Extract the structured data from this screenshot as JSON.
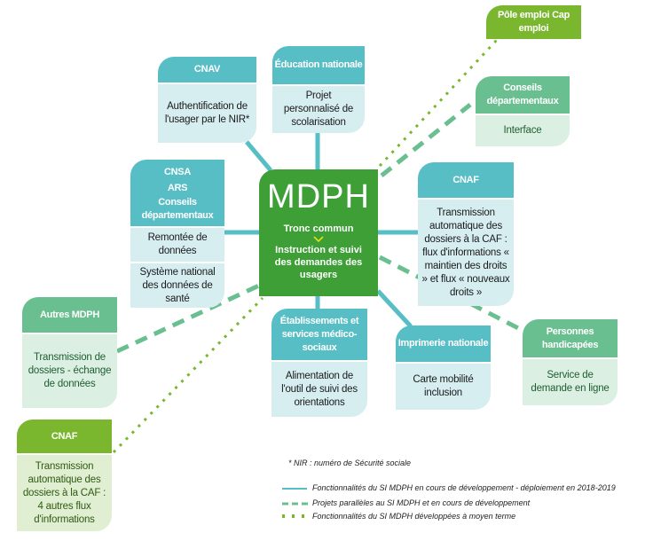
{
  "colors": {
    "teal": "#57bec5",
    "teal_light": "#d7eef1",
    "mint": "#6abf90",
    "mint_light": "#dbefe2",
    "lime": "#7ab72f",
    "lime_light": "#e0efd1",
    "mdph_green": "#3e9f37"
  },
  "center": {
    "title": "MDPH",
    "subtitle": "Tronc commun",
    "chevron": "chevron-down",
    "description": "Instruction et suivi des demandes des usagers"
  },
  "nodes": {
    "cnav": {
      "header": "CNAV",
      "body": [
        "Authentification de l'usager par le NIR*"
      ]
    },
    "education": {
      "header": "Éducation nationale",
      "body": [
        "Projet personnalisé de scolarisation"
      ]
    },
    "pole_emploi": {
      "header": "Pôle emploi Cap emploi"
    },
    "conseils_dep_right": {
      "header": "Conseils départementaux",
      "body": [
        "Interface"
      ]
    },
    "cnsa": {
      "header_lines": [
        "CNSA",
        "ARS",
        "Conseils départementaux"
      ],
      "body": [
        "Remontée de données",
        "Système national des données de santé"
      ]
    },
    "cnaf_right": {
      "header": "CNAF",
      "body": [
        "Transmission automatique des dossiers à la CAF : flux d'informations « maintien des droits » et flux « nouveaux droits »"
      ]
    },
    "autres_mdph": {
      "header": "Autres MDPH",
      "body": [
        "Transmission de dossiers - échange de données"
      ]
    },
    "etablissements": {
      "header": "Établissements et services médico-sociaux",
      "body": [
        "Alimentation de l'outil de suivi des orientations"
      ]
    },
    "imprimerie": {
      "header": "Imprimerie nationale",
      "body": [
        "Carte mobilité inclusion"
      ]
    },
    "personnes": {
      "header": "Personnes handicapées",
      "body": [
        "Service de demande en ligne"
      ]
    },
    "cnaf_left": {
      "header": "CNAF",
      "body": [
        "Transmission automatique des dossiers à la CAF : 4 autres flux d'informations"
      ]
    }
  },
  "footnote": "* NIR : numéro de Sécurité sociale",
  "legend": [
    {
      "style": "solid",
      "color": "#57bec5",
      "label": "Fonctionnalités du SI MDPH en cours de développement - déploiement en 2018-2019"
    },
    {
      "style": "dashed",
      "color": "#6abf90",
      "label": "Projets parallèles au SI MDPH et en cours de développement"
    },
    {
      "style": "dotted",
      "color": "#7ab72f",
      "label": "Fonctionnalités du SI MDPH développées à moyen terme"
    }
  ]
}
